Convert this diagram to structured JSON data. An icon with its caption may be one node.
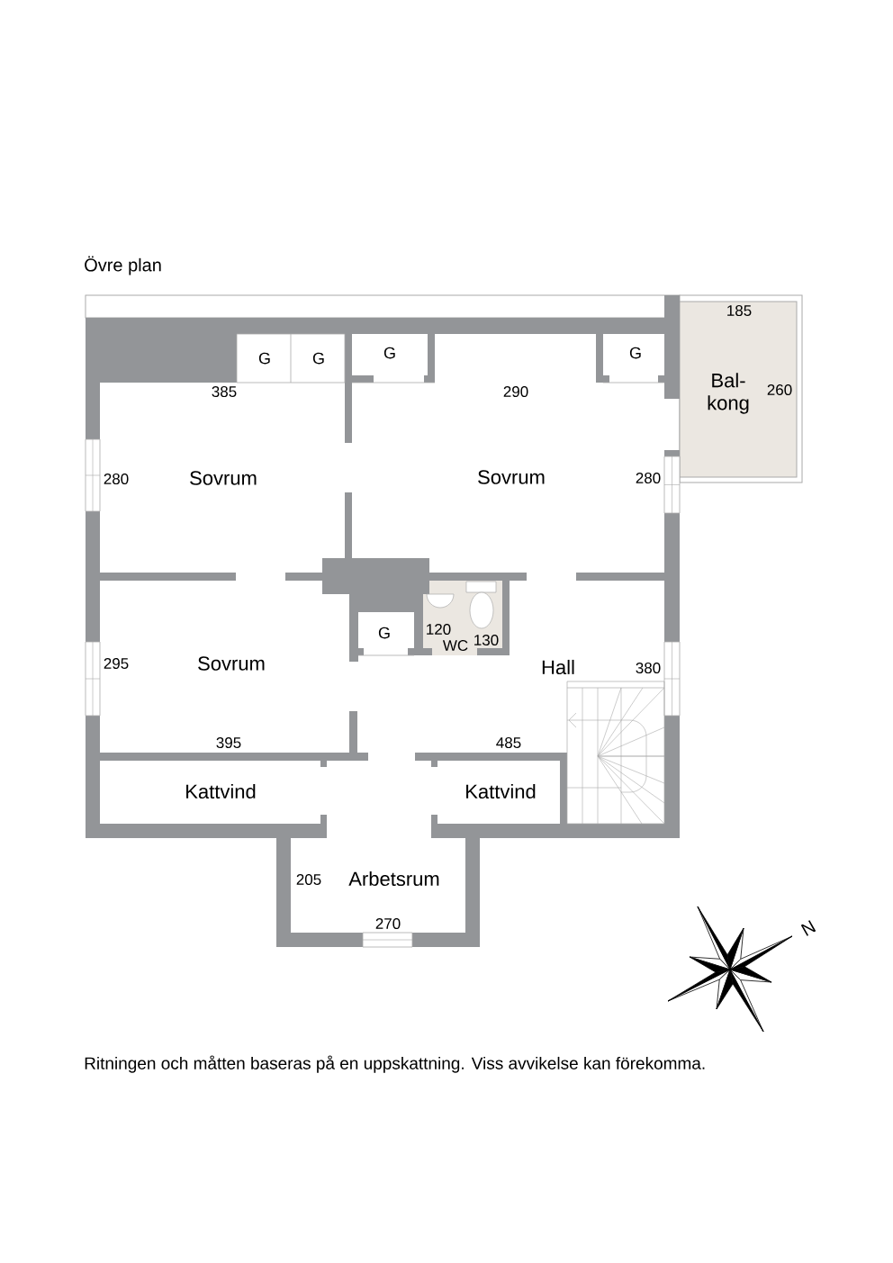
{
  "diagram": {
    "title": "Övre plan",
    "caption": "Ritningen och måtten baseras på en uppskattning. Viss avvikelse kan förekomma.",
    "labels": [
      "185",
      "G",
      "G",
      "G",
      "G",
      "Bal- kong",
      "385",
      "290",
      "260",
      "280",
      "Sovrum",
      "Sovrum",
      "280",
      "G",
      "120",
      "130",
      "WC",
      "295",
      "Sovrum",
      "Hall",
      "380",
      "395",
      "485",
      "Kattvind",
      "Kattvind",
      "205",
      "Arbetsrum",
      "270",
      "N"
    ]
  }
}
